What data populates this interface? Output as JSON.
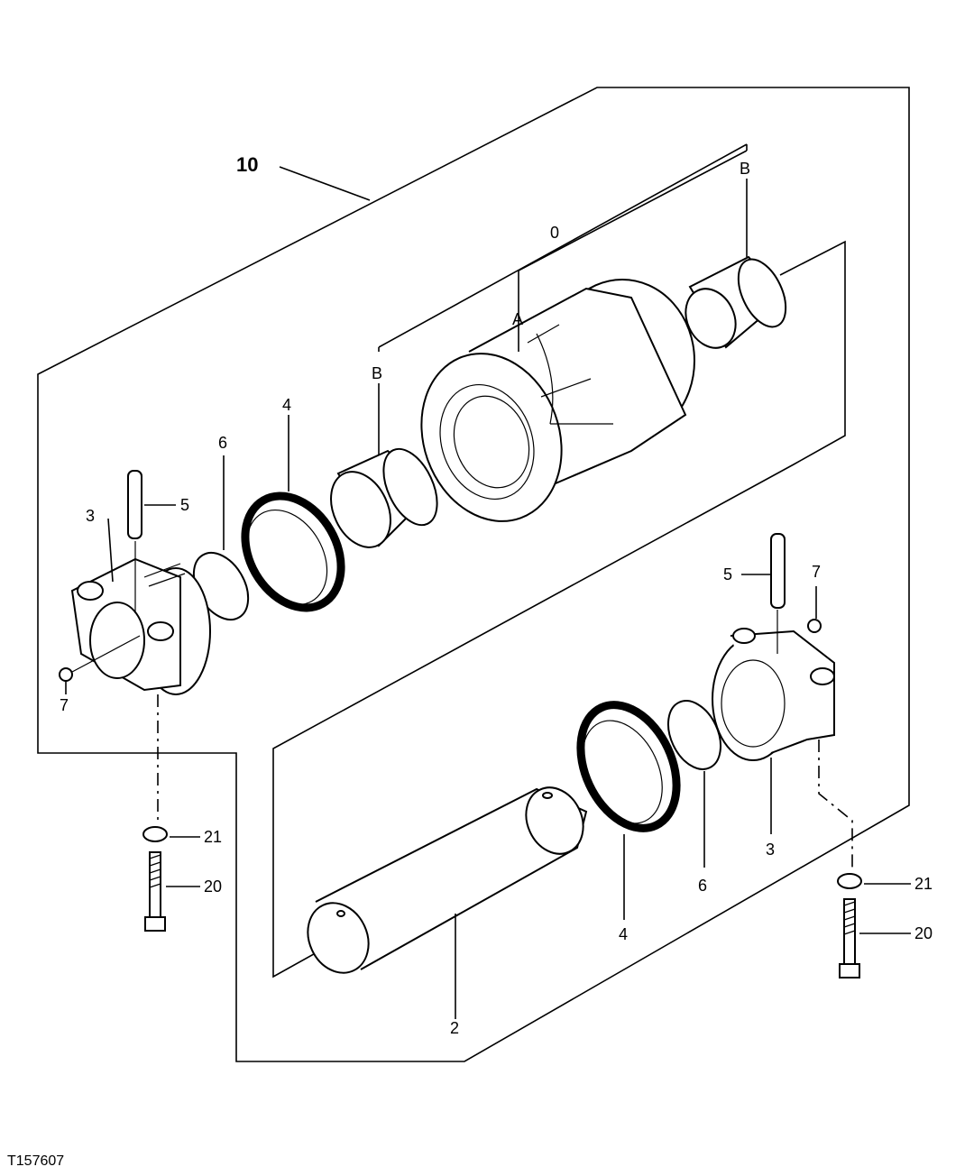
{
  "assembly_label": "10",
  "figure_id": "T157607",
  "callouts": {
    "roller": "0",
    "flange_a": "A",
    "bushing_b_upper": "B",
    "bushing_b_lower": "B",
    "seal_4_upper": "4",
    "seal_4_lower": "4",
    "oring_6_upper": "6",
    "oring_6_lower": "6",
    "pin_5_left": "5",
    "pin_5_right": "5",
    "collar_3_left": "3",
    "collar_3_right": "3",
    "plug_7_left": "7",
    "plug_7_right": "7",
    "washer_21_left": "21",
    "washer_21_right": "21",
    "bolt_20_left": "20",
    "bolt_20_right": "20",
    "shaft_2": "2"
  }
}
